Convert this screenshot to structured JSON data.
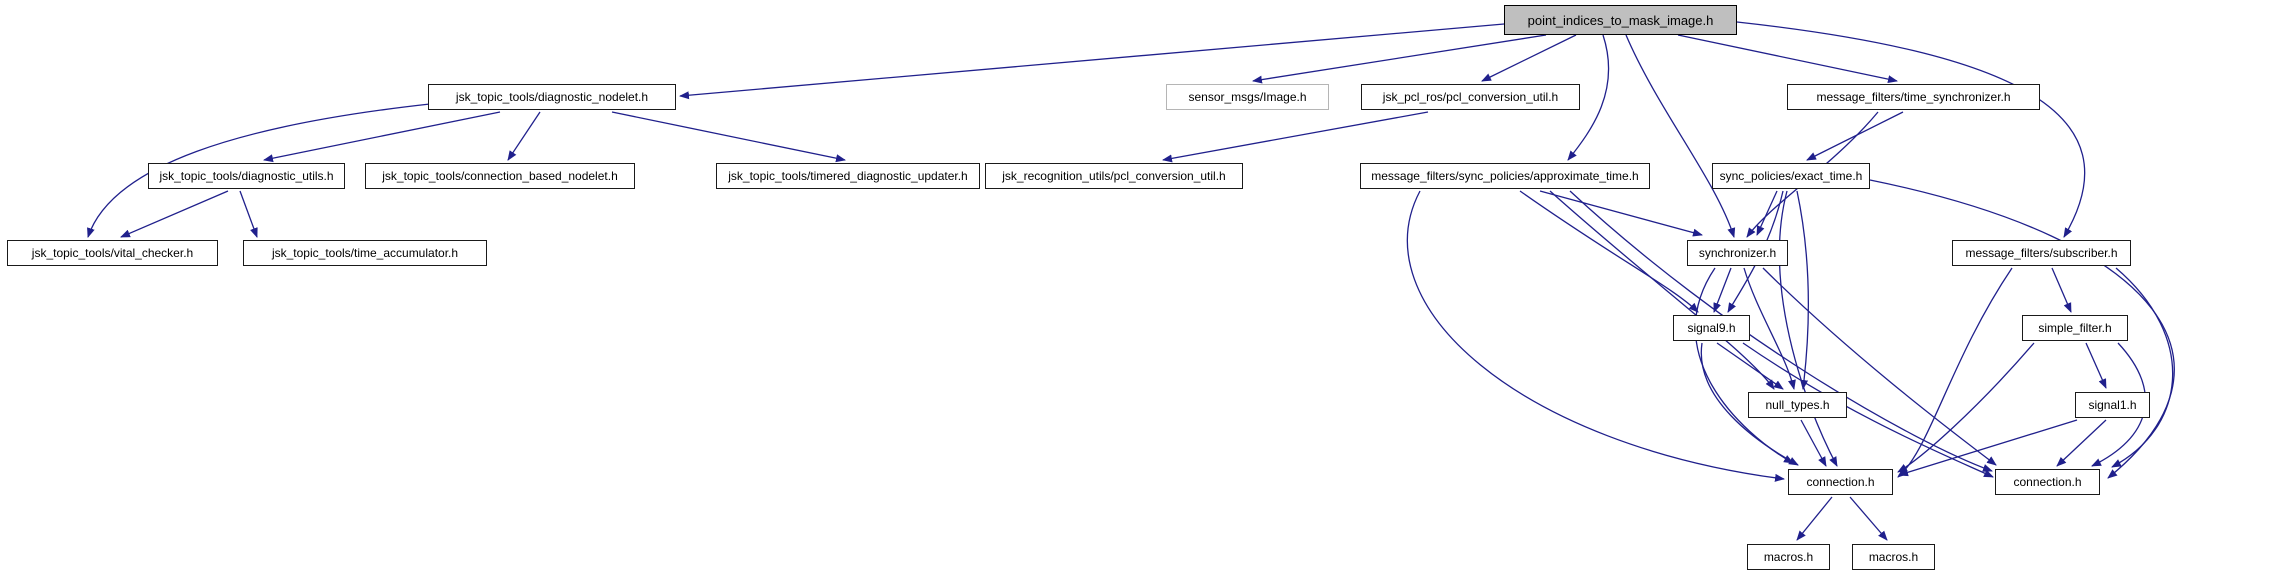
{
  "diagram": {
    "type": "doxygen-include-dependency-graph",
    "root_file": "point_indices_to_mask_image.h"
  },
  "colors": {
    "edge": "#20208c",
    "node_border": "#1a1a1a",
    "external_node_border": "#b5b5b5",
    "root_fill": "#bfbfbf",
    "node_fill": "#ffffff",
    "background": "#ffffff"
  },
  "nodes": [
    {
      "id": "PI",
      "label": "point_indices_to_mask_image.h",
      "kind": "root"
    },
    {
      "id": "DN",
      "label": "jsk_topic_tools/diagnostic_nodelet.h",
      "kind": "internal"
    },
    {
      "id": "IMG",
      "label": "sensor_msgs/Image.h",
      "kind": "external"
    },
    {
      "id": "PCU",
      "label": "jsk_pcl_ros/pcl_conversion_util.h",
      "kind": "internal"
    },
    {
      "id": "TS",
      "label": "message_filters/time_synchronizer.h",
      "kind": "internal"
    },
    {
      "id": "DU",
      "label": "jsk_topic_tools/diagnostic_utils.h",
      "kind": "internal"
    },
    {
      "id": "CBN",
      "label": "jsk_topic_tools/connection_based_nodelet.h",
      "kind": "internal"
    },
    {
      "id": "TDU",
      "label": "jsk_topic_tools/timered_diagnostic_updater.h",
      "kind": "internal"
    },
    {
      "id": "JR",
      "label": "jsk_recognition_utils/pcl_conversion_util.h",
      "kind": "internal"
    },
    {
      "id": "AT",
      "label": "message_filters/sync_policies/approximate_time.h",
      "kind": "internal"
    },
    {
      "id": "ET",
      "label": "sync_policies/exact_time.h",
      "kind": "internal"
    },
    {
      "id": "VC",
      "label": "jsk_topic_tools/vital_checker.h",
      "kind": "internal"
    },
    {
      "id": "TA",
      "label": "jsk_topic_tools/time_accumulator.h",
      "kind": "internal"
    },
    {
      "id": "SY",
      "label": "synchronizer.h",
      "kind": "internal"
    },
    {
      "id": "SU",
      "label": "message_filters/subscriber.h",
      "kind": "internal"
    },
    {
      "id": "S9",
      "label": "signal9.h",
      "kind": "internal"
    },
    {
      "id": "SF",
      "label": "simple_filter.h",
      "kind": "internal"
    },
    {
      "id": "NT",
      "label": "null_types.h",
      "kind": "internal"
    },
    {
      "id": "S1",
      "label": "signal1.h",
      "kind": "internal"
    },
    {
      "id": "CL",
      "label": "connection.h",
      "kind": "internal"
    },
    {
      "id": "CR",
      "label": "connection.h",
      "kind": "internal"
    },
    {
      "id": "M1",
      "label": "macros.h",
      "kind": "internal"
    },
    {
      "id": "M2",
      "label": "macros.h",
      "kind": "internal"
    }
  ],
  "edges": [
    [
      "PI",
      "DN"
    ],
    [
      "PI",
      "IMG"
    ],
    [
      "PI",
      "PCU"
    ],
    [
      "PI",
      "AT"
    ],
    [
      "PI",
      "SY"
    ],
    [
      "PI",
      "TS"
    ],
    [
      "PI",
      "SU"
    ],
    [
      "DN",
      "DU"
    ],
    [
      "DN",
      "CBN"
    ],
    [
      "DN",
      "TDU"
    ],
    [
      "DN",
      "VC"
    ],
    [
      "DU",
      "VC"
    ],
    [
      "DU",
      "TA"
    ],
    [
      "PCU",
      "JR"
    ],
    [
      "TS",
      "SY"
    ],
    [
      "TS",
      "ET"
    ],
    [
      "AT",
      "SY"
    ],
    [
      "ET",
      "SY"
    ],
    [
      "SY",
      "S9"
    ],
    [
      "AT",
      "S9"
    ],
    [
      "ET",
      "S9"
    ],
    [
      "S9",
      "NT"
    ],
    [
      "SY",
      "NT"
    ],
    [
      "AT",
      "NT"
    ],
    [
      "ET",
      "NT"
    ],
    [
      "NT",
      "CL"
    ],
    [
      "S9",
      "CL"
    ],
    [
      "SY",
      "CL"
    ],
    [
      "AT",
      "CL"
    ],
    [
      "ET",
      "CL"
    ],
    [
      "AT",
      "CR"
    ],
    [
      "ET",
      "CR"
    ],
    [
      "SY",
      "CR"
    ],
    [
      "S9",
      "CR"
    ],
    [
      "SU",
      "SF"
    ],
    [
      "SU",
      "CL"
    ],
    [
      "SU",
      "CR"
    ],
    [
      "SF",
      "S1"
    ],
    [
      "SF",
      "CL"
    ],
    [
      "SF",
      "CR"
    ],
    [
      "S1",
      "CL"
    ],
    [
      "S1",
      "CR"
    ],
    [
      "CL",
      "M1"
    ],
    [
      "CL",
      "M2"
    ]
  ]
}
